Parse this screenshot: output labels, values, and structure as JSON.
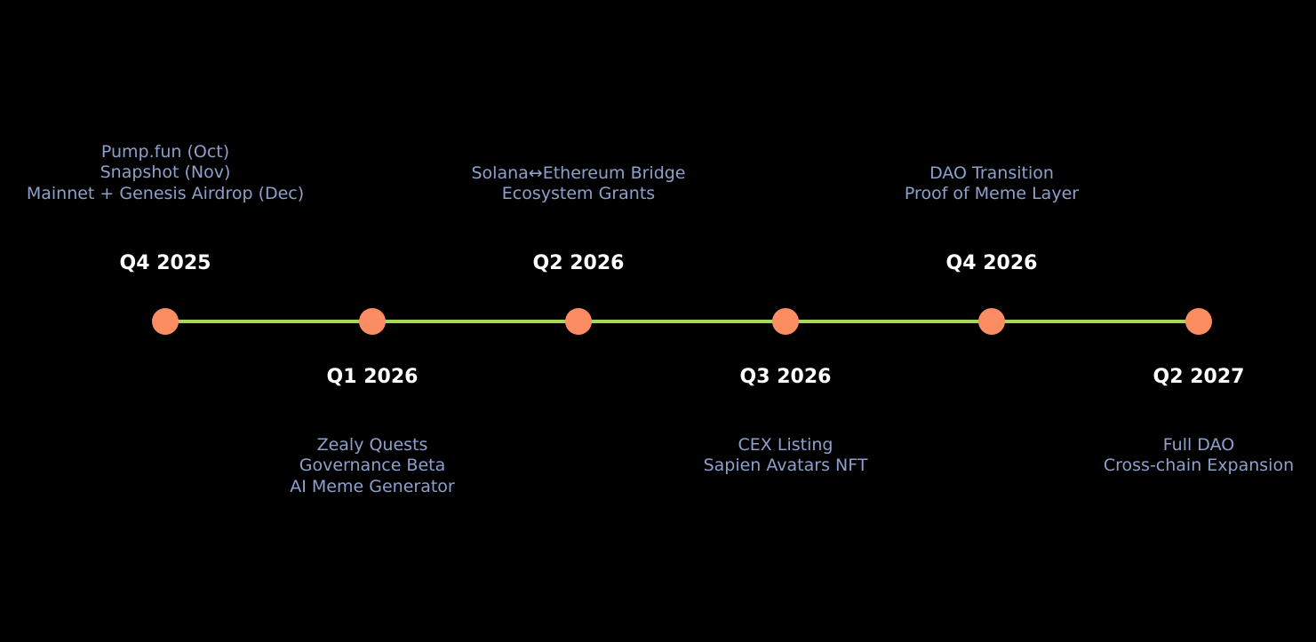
{
  "colors": {
    "background": "#000000",
    "line": "#a6d854",
    "marker": "#fc8d62",
    "period_label": "#ffffff",
    "description": "#8da0cb"
  },
  "milestones": [
    {
      "period": "Q4 2025",
      "position": "above",
      "items": [
        "Pump.fun (Oct)",
        "Snapshot (Nov)",
        "Mainnet + Genesis Airdrop (Dec)"
      ]
    },
    {
      "period": "Q1 2026",
      "position": "below",
      "items": [
        "Zealy Quests",
        "Governance Beta",
        "AI Meme Generator"
      ]
    },
    {
      "period": "Q2 2026",
      "position": "above",
      "items": [
        "Solana↔Ethereum Bridge",
        "Ecosystem Grants"
      ]
    },
    {
      "period": "Q3 2026",
      "position": "below",
      "items": [
        "CEX Listing",
        "Sapien Avatars NFT"
      ]
    },
    {
      "period": "Q4 2026",
      "position": "above",
      "items": [
        "DAO Transition",
        "Proof of Meme Layer"
      ]
    },
    {
      "period": "Q2 2027",
      "position": "below",
      "items": [
        "Full DAO",
        "Cross-chain Expansion"
      ]
    }
  ]
}
